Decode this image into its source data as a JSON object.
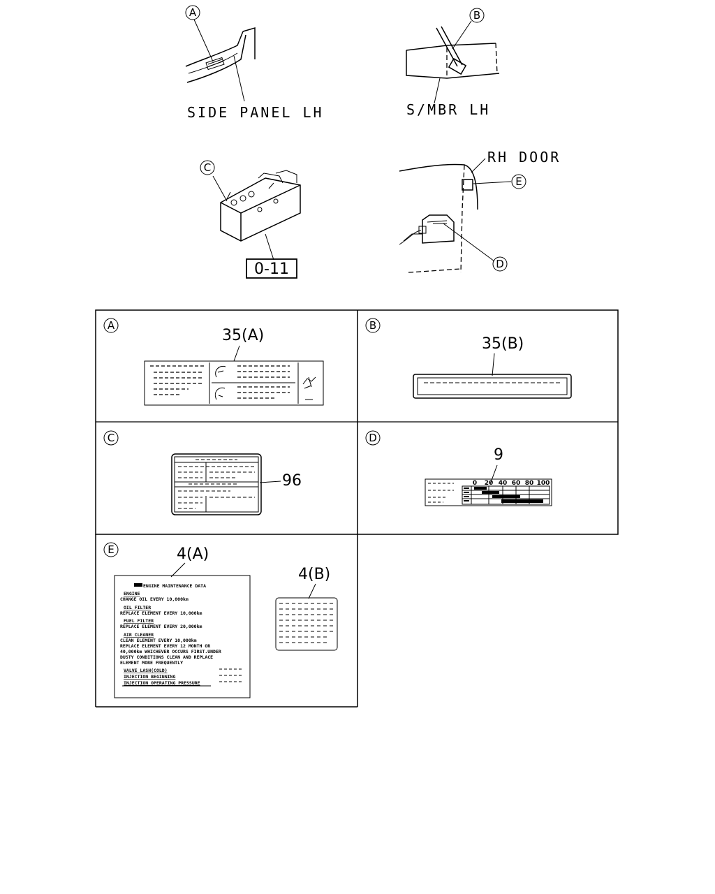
{
  "overview": {
    "callout_a": "A",
    "callout_b": "B",
    "callout_c": "C",
    "callout_d": "D",
    "callout_e": "E",
    "side_panel_label": "SIDE PANEL LH",
    "smbr_label": "S/MBR LH",
    "rh_door_label": "RH DOOR",
    "ref_box_label": "0-11"
  },
  "panels": {
    "a": {
      "letter": "A",
      "part": "35(A)"
    },
    "b": {
      "letter": "B",
      "part": "35(B)"
    },
    "c": {
      "letter": "C",
      "part": "96"
    },
    "d": {
      "letter": "D",
      "part": "9",
      "scale_ticks": [
        "0",
        "20",
        "40",
        "60",
        "80",
        "100"
      ]
    },
    "e": {
      "letter": "E",
      "part_main": "4(A)",
      "part_small": "4(B)",
      "label_lines": [
        "ENGINE MAINTENANCE DATA",
        "ENGINE",
        "CHANGE OIL EVERY 10,000km",
        "OIL FILTER",
        "REPLACE ELEMENT EVERY 10,000km",
        "FUEL FILTER",
        "REPLACE ELEMENT EVERY 20,000km",
        "AIR CLEANER",
        "CLEAN ELEMENT EVERY 10,000km",
        "REPLACE ELEMENT EVERY 12 MONTH OR",
        "40,000km WHICHEVER OCCURS FIRST.UNDER",
        "DUSTY CONDITIONS CLEAN AND REPLACE",
        "ELEMENT MORE FREQUENTLY",
        "VALVE LASH(COLD)",
        "INJECTION BEGINNING",
        "INJECTION OPERATING PRESSURE"
      ]
    }
  }
}
